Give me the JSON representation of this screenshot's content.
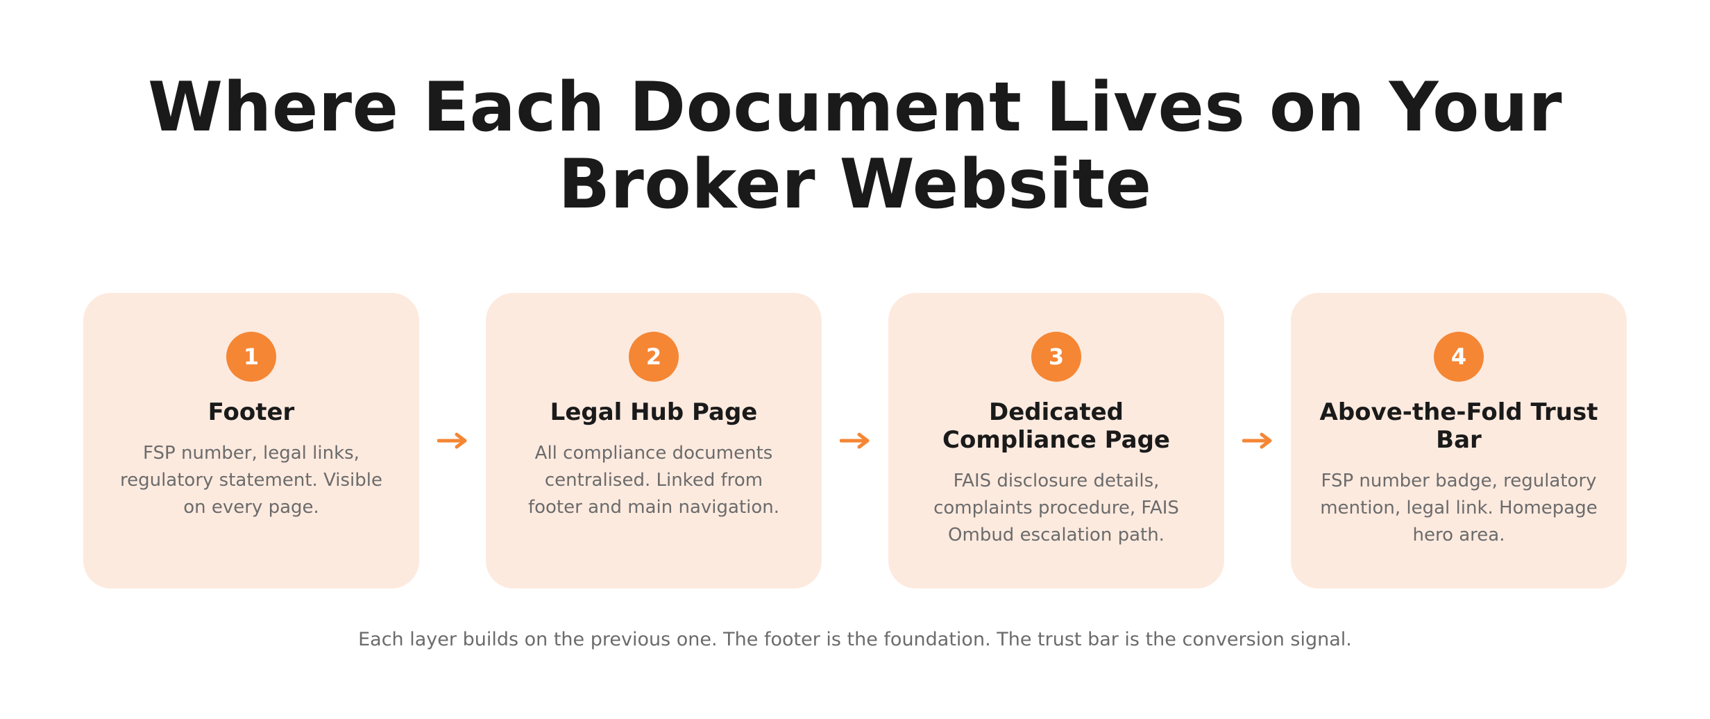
{
  "title": "Where Each Document Lives on Your Broker Website",
  "accent_color": "#f58634",
  "card_background": "#fdeadf",
  "steps": [
    {
      "number": "1",
      "title": "Footer",
      "description": "FSP number, legal links, regulatory statement. Visible on every page."
    },
    {
      "number": "2",
      "title": "Legal Hub Page",
      "description": "All compliance documents centralised. Linked from footer and main navigation."
    },
    {
      "number": "3",
      "title": "Dedicated Compliance Page",
      "description": "FAIS disclosure details, complaints procedure, FAIS Ombud escalation path."
    },
    {
      "number": "4",
      "title": "Above-the-Fold Trust Bar",
      "description": "FSP number badge, regulatory mention, legal link. Homepage hero area."
    }
  ],
  "arrow_icon": "arrow-right-icon",
  "footnote": "Each layer builds on the previous one. The footer is the foundation. The trust bar is the conversion signal."
}
